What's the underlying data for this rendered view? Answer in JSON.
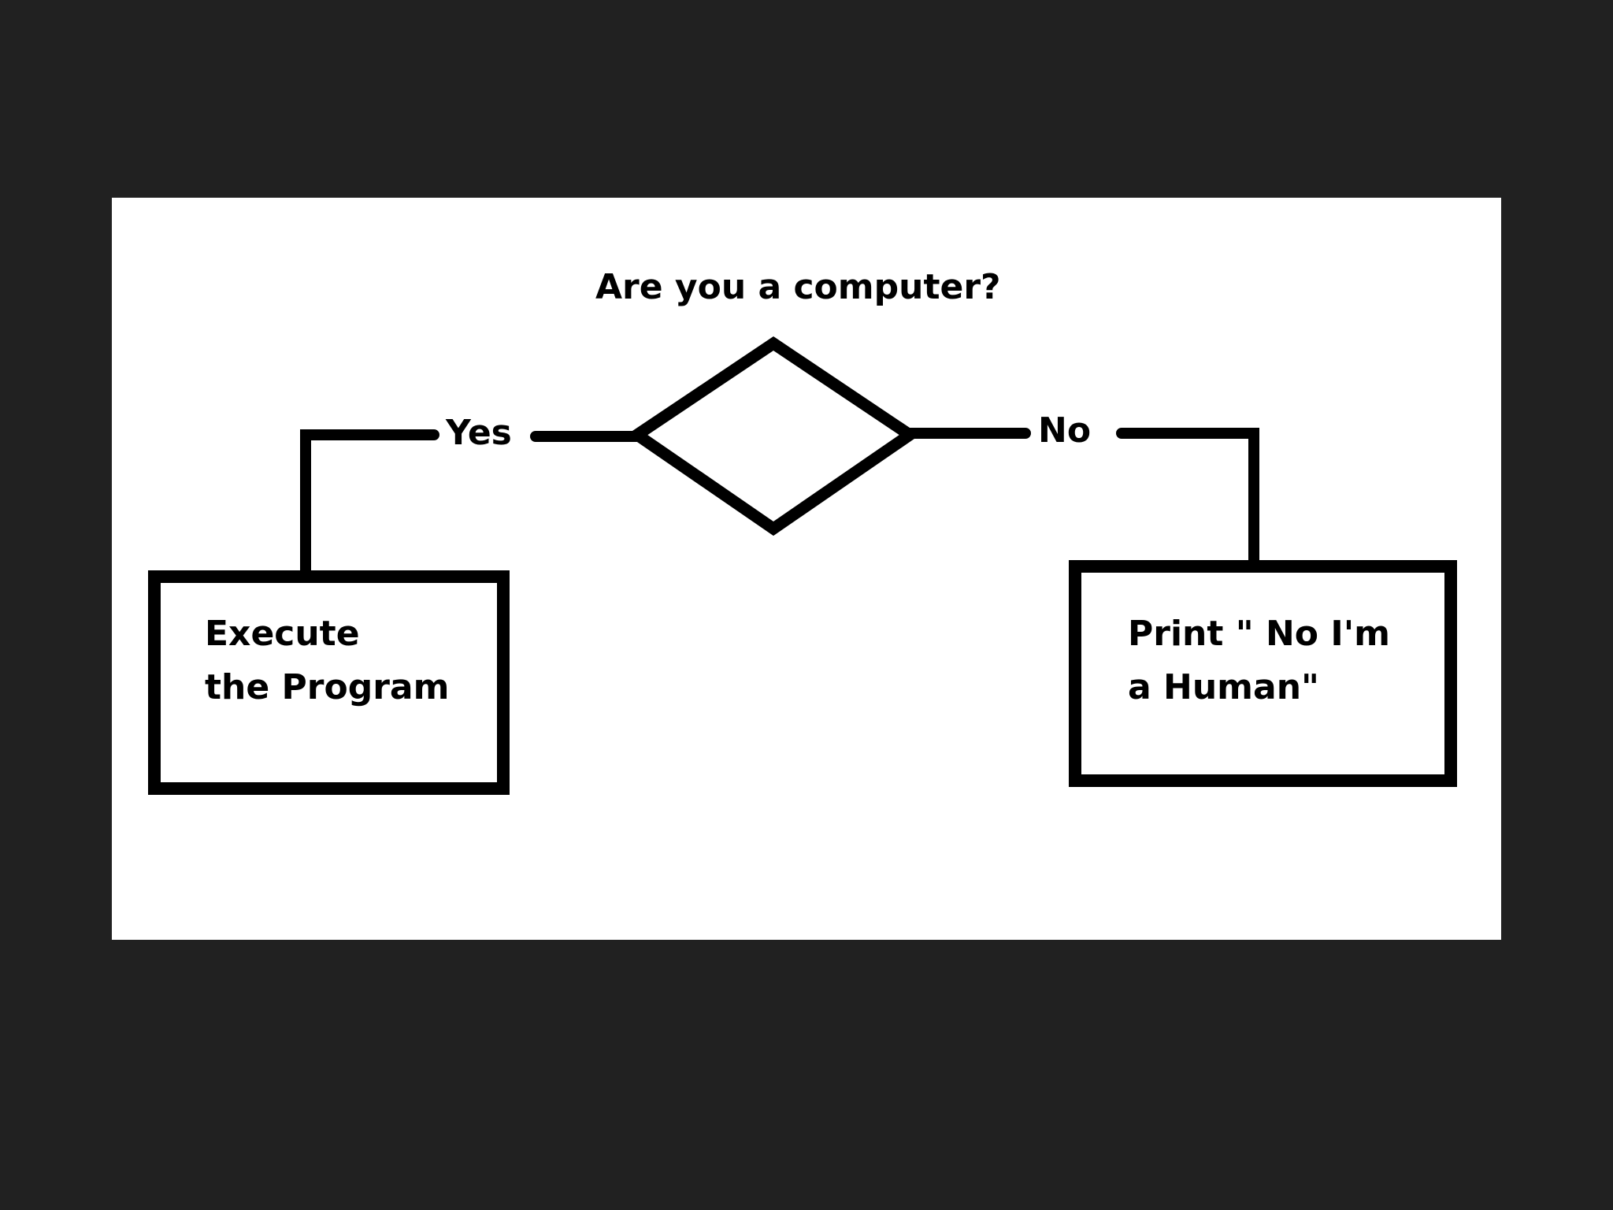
{
  "diagram": {
    "question": "Are you a computer?",
    "branches": {
      "yes_label": "Yes",
      "no_label": "No"
    },
    "outcomes": {
      "yes": {
        "line1": "Execute",
        "line2": "the Program"
      },
      "no": {
        "line1": "Print \" No I'm",
        "line2": "a Human\""
      }
    },
    "colors": {
      "background": "#212121",
      "canvas": "#ffffff",
      "stroke": "#000000"
    }
  }
}
